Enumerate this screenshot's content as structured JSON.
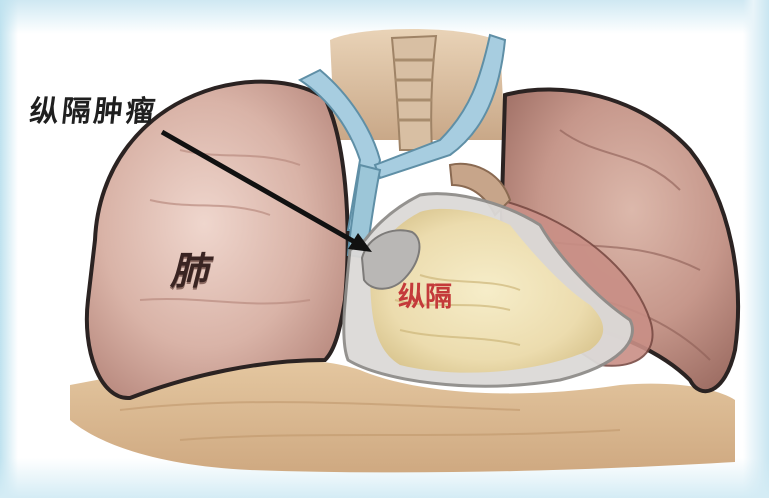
{
  "labels": {
    "mediastinal_tumor": "纵隔肿瘤",
    "lung": "肺",
    "mediastinum": "纵隔"
  },
  "colors": {
    "background_tint": "#cfe8f2",
    "lung_tissue": "#d8b2a6",
    "lung_shadow": "#a8786e",
    "vessels": "#9cc6d8",
    "mediastinum_fat": "#efe2b8",
    "outline": "#2b2322",
    "mediastinum_label": "#c43a3a"
  }
}
